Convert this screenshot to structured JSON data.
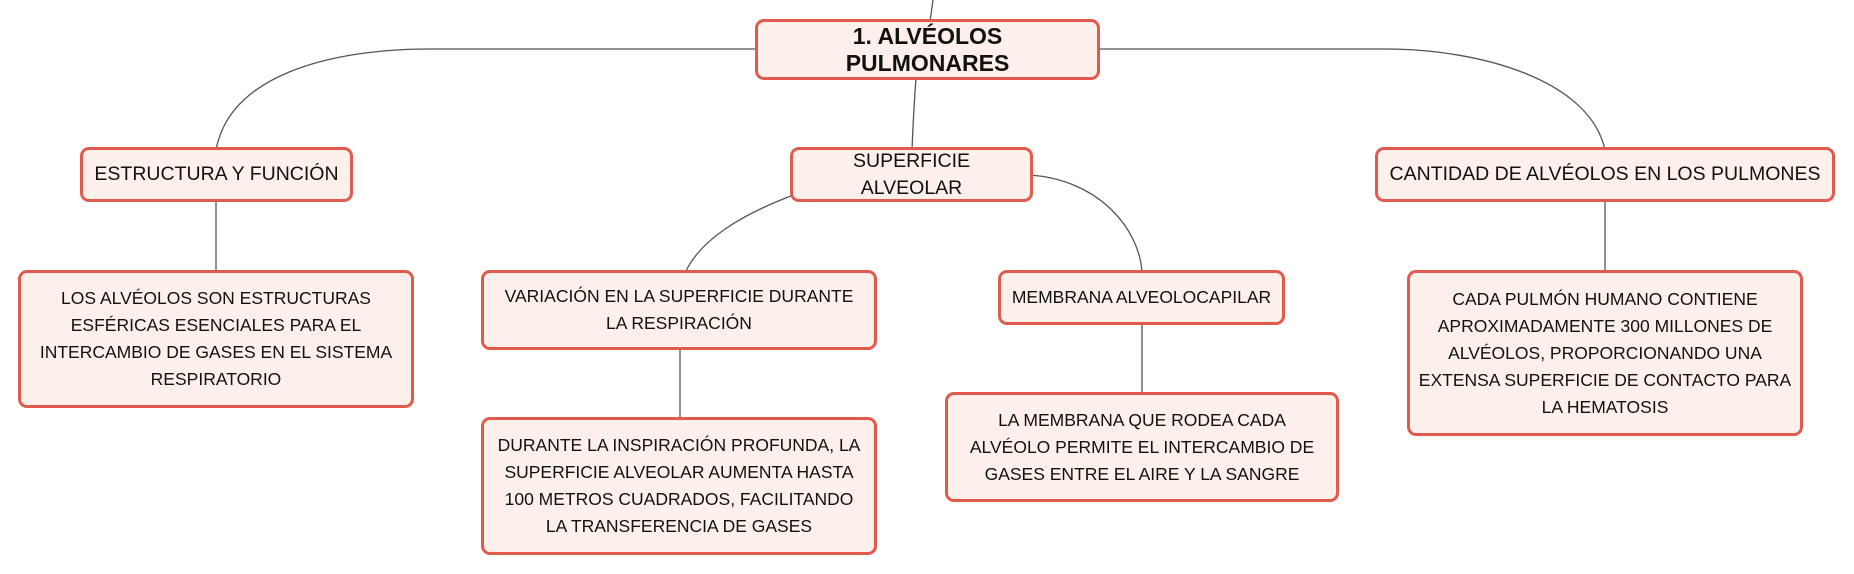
{
  "colors": {
    "node_border": "#e05a4e",
    "node_fill": "#fdf0ea",
    "connector": "#555555",
    "text": "#111111"
  },
  "root": {
    "label": "1. ALVÉOLOS PULMONARES"
  },
  "branches": [
    {
      "label": "ESTRUCTURA Y FUNCIÓN",
      "children": [
        {
          "label": "LOS ALVÉOLOS SON ESTRUCTURAS ESFÉRICAS ESENCIALES PARA EL INTERCAMBIO DE GASES EN EL SISTEMA RESPIRATORIO"
        }
      ]
    },
    {
      "label": "SUPERFICIE ALVEOLAR",
      "children": [
        {
          "label": "VARIACIÓN EN LA SUPERFICIE DURANTE LA RESPIRACIÓN",
          "children": [
            {
              "label": "DURANTE LA INSPIRACIÓN PROFUNDA, LA SUPERFICIE ALVEOLAR AUMENTA HASTA 100 METROS CUADRADOS, FACILITANDO LA TRANSFERENCIA DE GASES"
            }
          ]
        },
        {
          "label": "MEMBRANA ALVEOLOCAPILAR",
          "children": [
            {
              "label": "LA MEMBRANA QUE RODEA CADA ALVÉOLO PERMITE EL INTERCAMBIO DE GASES ENTRE EL AIRE Y LA SANGRE"
            }
          ]
        }
      ]
    },
    {
      "label": "CANTIDAD DE ALVÉOLOS EN LOS PULMONES",
      "children": [
        {
          "label": "CADA PULMÓN HUMANO CONTIENE APROXIMADAMENTE 300 MILLONES DE ALVÉOLOS, PROPORCIONANDO UNA EXTENSA SUPERFICIE DE CONTACTO PARA LA HEMATOSIS"
        }
      ]
    }
  ]
}
